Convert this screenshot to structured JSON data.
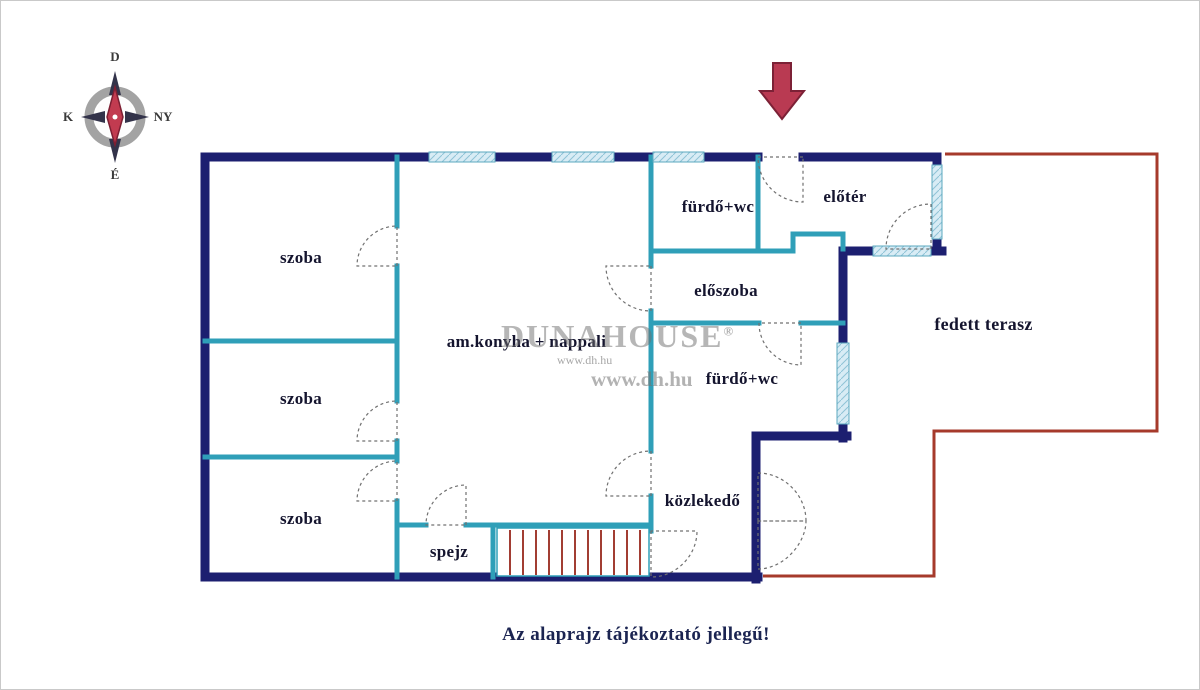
{
  "compass": {
    "top": "D",
    "bottom": "É",
    "left": "K",
    "right": "NY"
  },
  "icons": {
    "entrance_arrow": "down-arrow-entrance-marker",
    "compass_rose": "compass-rose"
  },
  "watermark": {
    "brand": "DUNAHOUSE",
    "registered": "®",
    "url_small": "www.dh.hu",
    "url_large": "www.dh.hu"
  },
  "rooms": {
    "szoba_top": {
      "label": "szoba"
    },
    "szoba_middle": {
      "label": "szoba"
    },
    "szoba_bottom": {
      "label": "szoba"
    },
    "spejz": {
      "label": "spejz"
    },
    "konyha_nappali": {
      "label": "am.konyha + nappali"
    },
    "furdo_wc_top": {
      "label": "fürdő+wc"
    },
    "eloter": {
      "label": "előtér"
    },
    "eloszoba": {
      "label": "előszoba"
    },
    "furdo_wc_bottom": {
      "label": "fürdő+wc"
    },
    "kozlekedo": {
      "label": "közlekedő"
    },
    "fedett_terasz": {
      "label": "fedett terasz"
    }
  },
  "disclaimer": "Az alaprajz tájékoztató jellegű!",
  "colors": {
    "exterior_wall": "#1c1f70",
    "interior_wall": "#2f9fb8",
    "window_fill": "#d8ecf5",
    "terrace_outline": "#a63a2b",
    "entrance_arrow": "#b93a52",
    "stair_lines": "#a23d33",
    "label_text": "#14142e",
    "disclaimer_text": "#1b2451",
    "watermark_gray": "#6e6e6e"
  }
}
